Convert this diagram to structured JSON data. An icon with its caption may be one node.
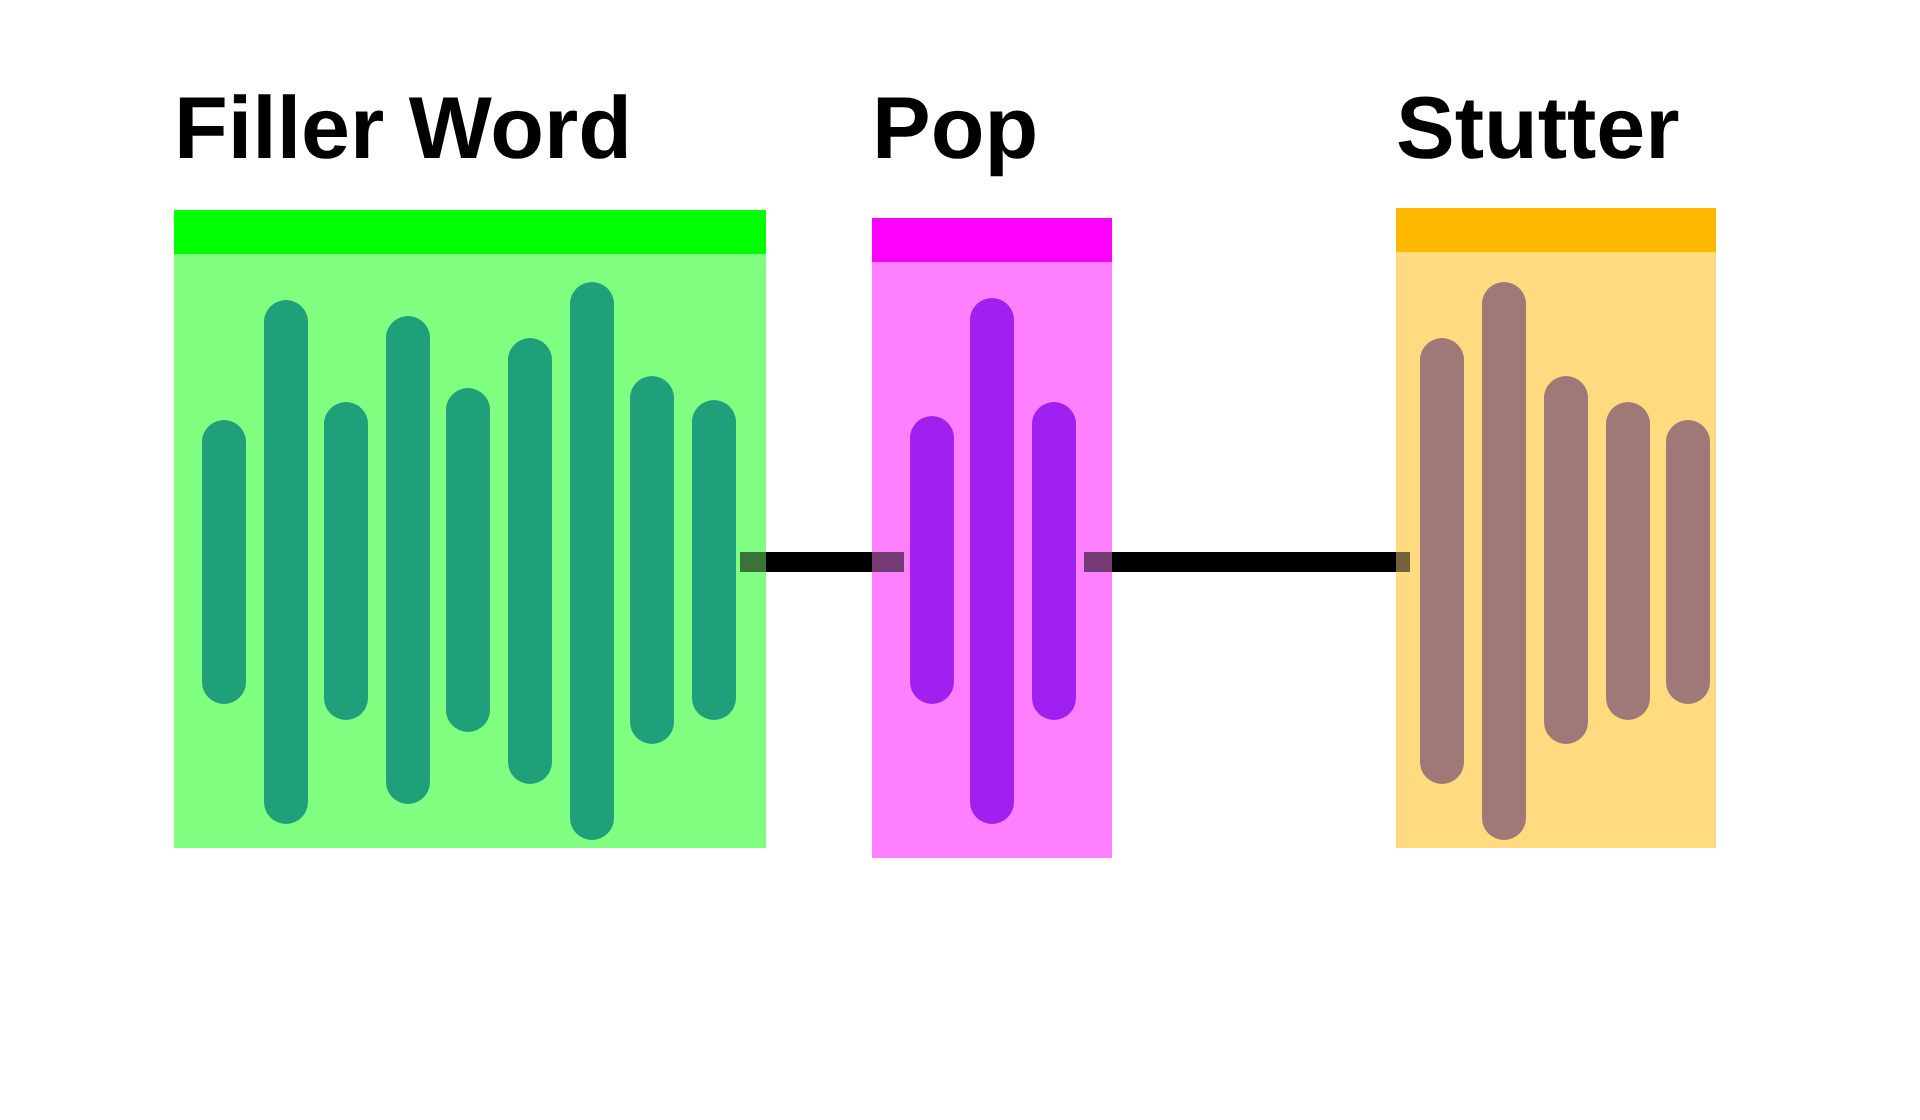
{
  "diagram": {
    "nodes": [
      {
        "text": [
          "Filler Word"
        ]
      },
      {
        "text": [
          "Pop"
        ]
      },
      {
        "text": [
          "Stutter"
        ]
      }
    ],
    "edges": [
      {
        "from": 0,
        "to": 1,
        "arrow": "none"
      },
      {
        "from": 1,
        "to": 2,
        "arrow": "none"
      }
    ]
  }
}
